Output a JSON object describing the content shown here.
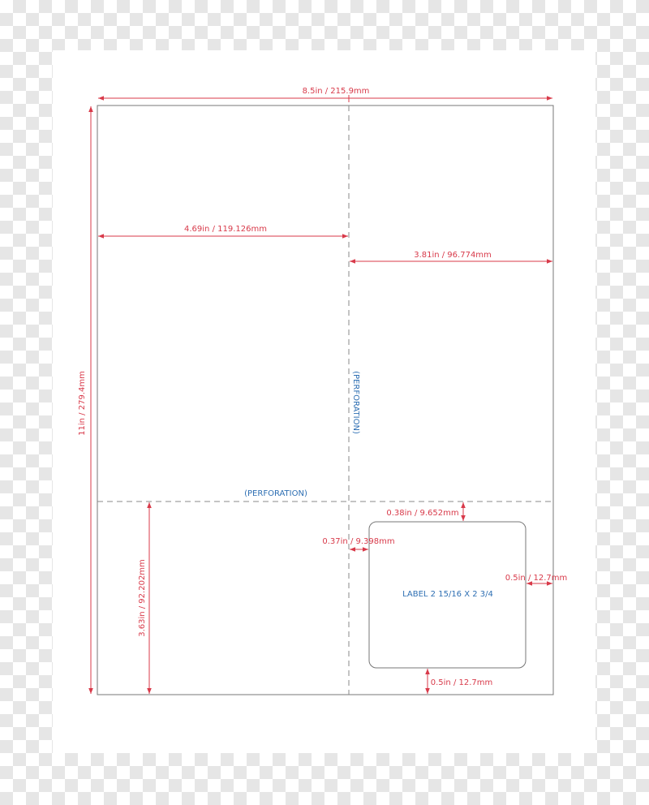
{
  "sheet": {
    "width_label": "8.5in / 215.9mm",
    "height_label": "11in / 279.4mm",
    "left_panel_width_label": "4.69in / 119.126mm",
    "right_panel_width_label": "3.81in / 96.774mm",
    "bottom_section_height_label": "3.63in / 92.202mm",
    "perforation_vertical_label": "(PERFORATION)",
    "perforation_horizontal_label": "(PERFORATION)"
  },
  "label": {
    "name": "LABEL 2 15/16 X 2 3/4",
    "top_margin_label": "0.38in / 9.652mm",
    "left_margin_label": "0.37in / 9.398mm",
    "right_margin_label": "0.5in / 12.7mm",
    "bottom_margin_label": "0.5in / 12.7mm"
  },
  "colors": {
    "dimension": "#d83a4a",
    "annotation": "#2e6fb3",
    "outline": "#777777"
  }
}
